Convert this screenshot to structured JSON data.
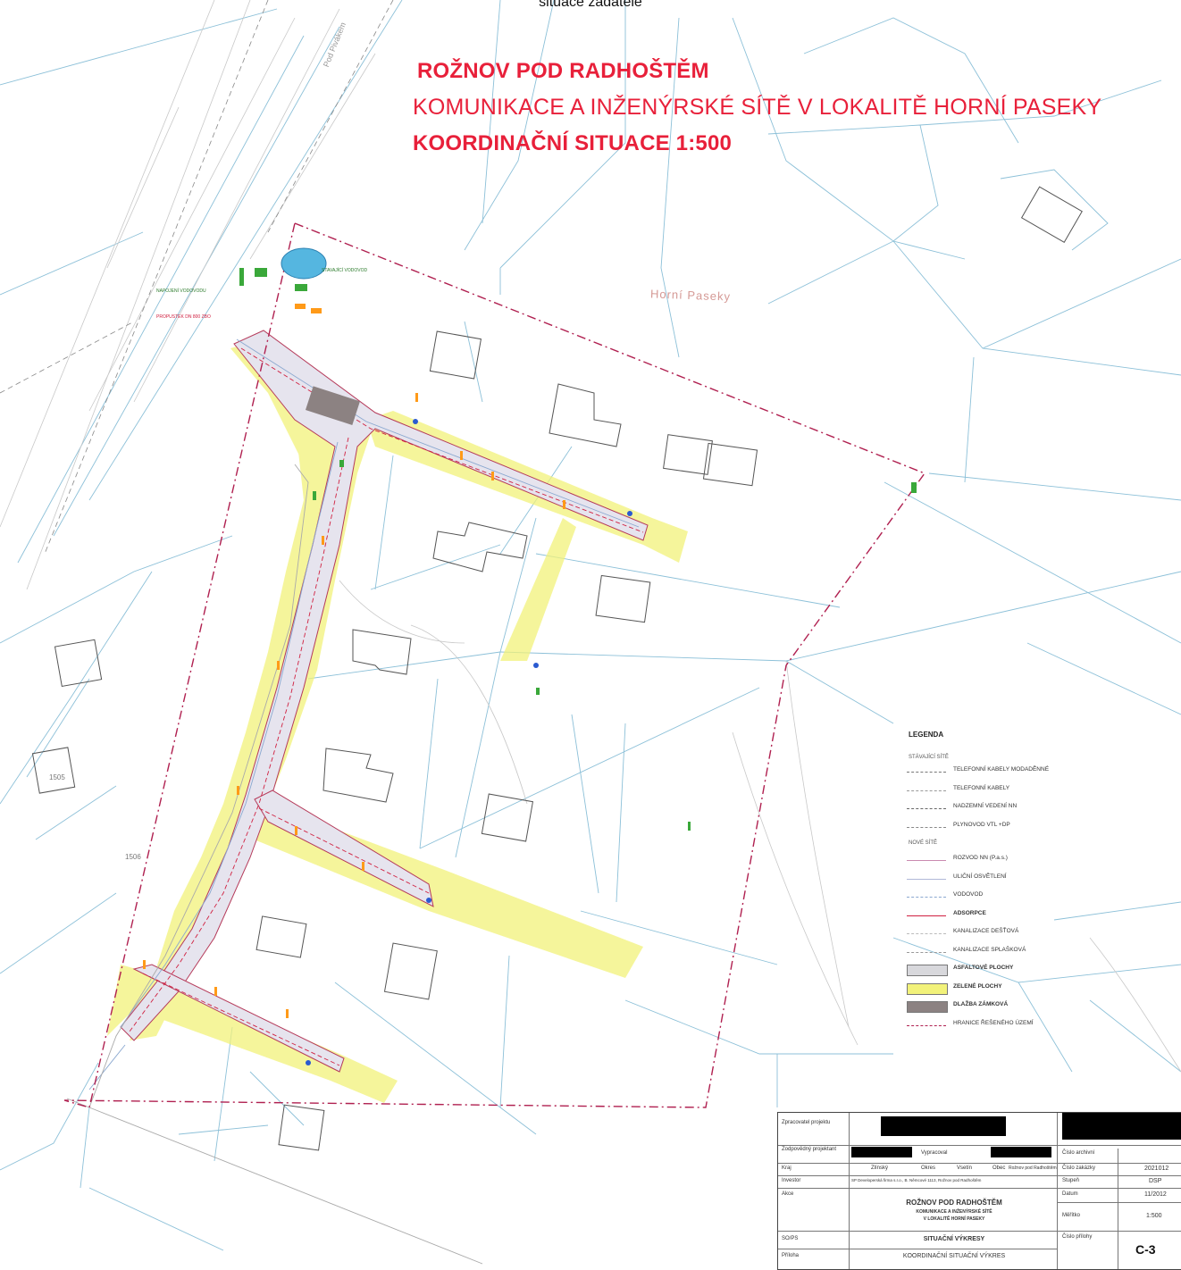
{
  "top_caption": "situace žadatele",
  "title": {
    "line1": "ROŽNOV POD RADHOŠTĚM",
    "line2": "KOMUNIKACE A INŽENÝRSKÉ SÍTĚ  V LOKALITĚ HORNÍ PASEKY",
    "line3": "KOORDINAČNÍ SITUACE 1:500"
  },
  "map": {
    "area_label": "Horní Paseky",
    "street_label": "Pod Pivákem",
    "annotations": [
      "NAPOJENÍ VODOVODU",
      "PROPUSTEK DN 800 ZBO",
      "STAVAJÍCÍ VODOVOD",
      "1505",
      "1506"
    ]
  },
  "legend": {
    "heading": "LEGENDA",
    "existing_heading": "STÁVAJÍCÍ SÍTĚ",
    "existing": [
      {
        "label": "TELEFONNÍ KABELY MODADĚNNÉ",
        "style": "dash",
        "color": "#777777"
      },
      {
        "label": "TELEFONNÍ KABELY",
        "style": "dash",
        "color": "#999999"
      },
      {
        "label": "NADZEMNÍ VEDENÍ NN",
        "style": "dashdot",
        "color": "#666666"
      },
      {
        "label": "PLYNOVOD VTL +DP",
        "style": "dash",
        "color": "#888888"
      }
    ],
    "new_heading": "NOVÉ SÍTĚ",
    "new": [
      {
        "label": "ROZVOD NN (P.a.s.)",
        "style": "solid",
        "color": "#c98ab0"
      },
      {
        "label": "ULIČNÍ OSVĚTLENÍ",
        "style": "solid",
        "color": "#b0b8d8"
      },
      {
        "label": "VODOVOD",
        "style": "dash",
        "color": "#8aa8d0"
      },
      {
        "label": "ADSORPCE",
        "style": "solid",
        "color": "#d02040"
      },
      {
        "label": "KANALIZACE DEŠŤOVÁ",
        "style": "dash",
        "color": "#bbbbbb"
      },
      {
        "label": "KANALIZACE SPLAŠKOVÁ",
        "style": "dash",
        "color": "#999999"
      },
      {
        "label": "ASFALTOVÉ PLOCHY",
        "style": "box",
        "color": "#d8d8dc"
      },
      {
        "label": "ZELENÉ PLOCHY",
        "style": "box",
        "color": "#f2f27a"
      },
      {
        "label": "DLAŽBA ZÁMKOVÁ",
        "style": "box",
        "color": "#8c8282"
      },
      {
        "label": "HRANICE ŘEŠENÉHO ÚZEMÍ",
        "style": "dashdot",
        "color": "#b02050"
      }
    ]
  },
  "title_block": {
    "labels": {
      "zpracovatel": "Zpracovatel projektu",
      "zodpovedny": "Zodpovědný projektant",
      "vypracoval": "Vypracoval",
      "kraj": "Kraj",
      "okres": "Okres",
      "obec": "Obec",
      "investor": "Investor",
      "akce": "Akce",
      "so_ps": "SO/PS",
      "priloha": "Příloha",
      "cislo_archivni": "Číslo archivní",
      "cislo_zakazky": "Číslo zakázky",
      "stupen": "Stupeň",
      "datum": "Datum",
      "meritko": "Měřítko",
      "cislo_prilohy": "Číslo přílohy"
    },
    "kraj_value": "Zlínský",
    "okres_value": "Vsetín",
    "obec_value": "Rožnov pod Radhoštěm",
    "investor_value": "SP Developerská firma s.r.o., B. Němcové 1113, Rožnov pod Radhoštěm",
    "akce_line1": "ROŽNOV POD RADHOŠTĚM",
    "akce_line2": "KOMUNIKACE A INŽENÝRSKÉ SÍTĚ",
    "akce_line3": "V LOKALITĚ HORNÍ PASEKY",
    "so_value": "SITUAČNÍ VÝKRESY",
    "priloha_value": "KOORDINAČNÍ SITUAČNÍ VÝKRES",
    "zakazka": "2021012",
    "stupen": "DSP",
    "datum": "11/2012",
    "meritko": "1:500",
    "cislo_prilohy": "C-3"
  }
}
